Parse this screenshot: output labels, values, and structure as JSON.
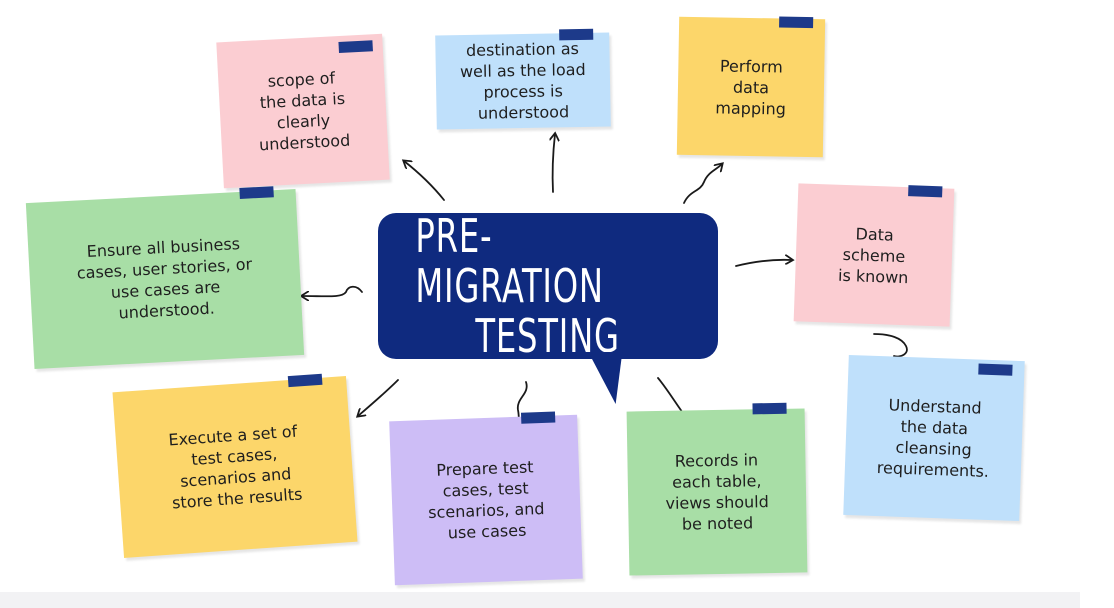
{
  "hub": {
    "line1": "PRE-MIGRATION",
    "line2": "TESTING",
    "color": "#0f2a7f"
  },
  "notes": [
    {
      "id": "scope",
      "text": "scope of the data is clearly understood",
      "color": "#fbcdd2"
    },
    {
      "id": "destination",
      "text": "destination as well as the load process is understood",
      "color": "#bfe0fb"
    },
    {
      "id": "mapping",
      "text": "Perform data mapping",
      "color": "#fcd66a"
    },
    {
      "id": "scheme",
      "text": "Data scheme is known",
      "color": "#fbcdd2"
    },
    {
      "id": "cleansing",
      "text": "Understand the data cleansing requirements.",
      "color": "#bfe0fb"
    },
    {
      "id": "records",
      "text": "Records in each table, views should be noted",
      "color": "#a8dea6"
    },
    {
      "id": "prepare",
      "text": "Prepare test cases, test scenarios, and use cases",
      "color": "#cdbdf6"
    },
    {
      "id": "execute",
      "text": "Execute a set of test cases, scenarios and store the results",
      "color": "#fcd66a"
    },
    {
      "id": "business",
      "text": "Ensure all business cases, user stories, or use cases are understood.",
      "color": "#a8dea6"
    }
  ],
  "tape_color": "#1d3a8a"
}
